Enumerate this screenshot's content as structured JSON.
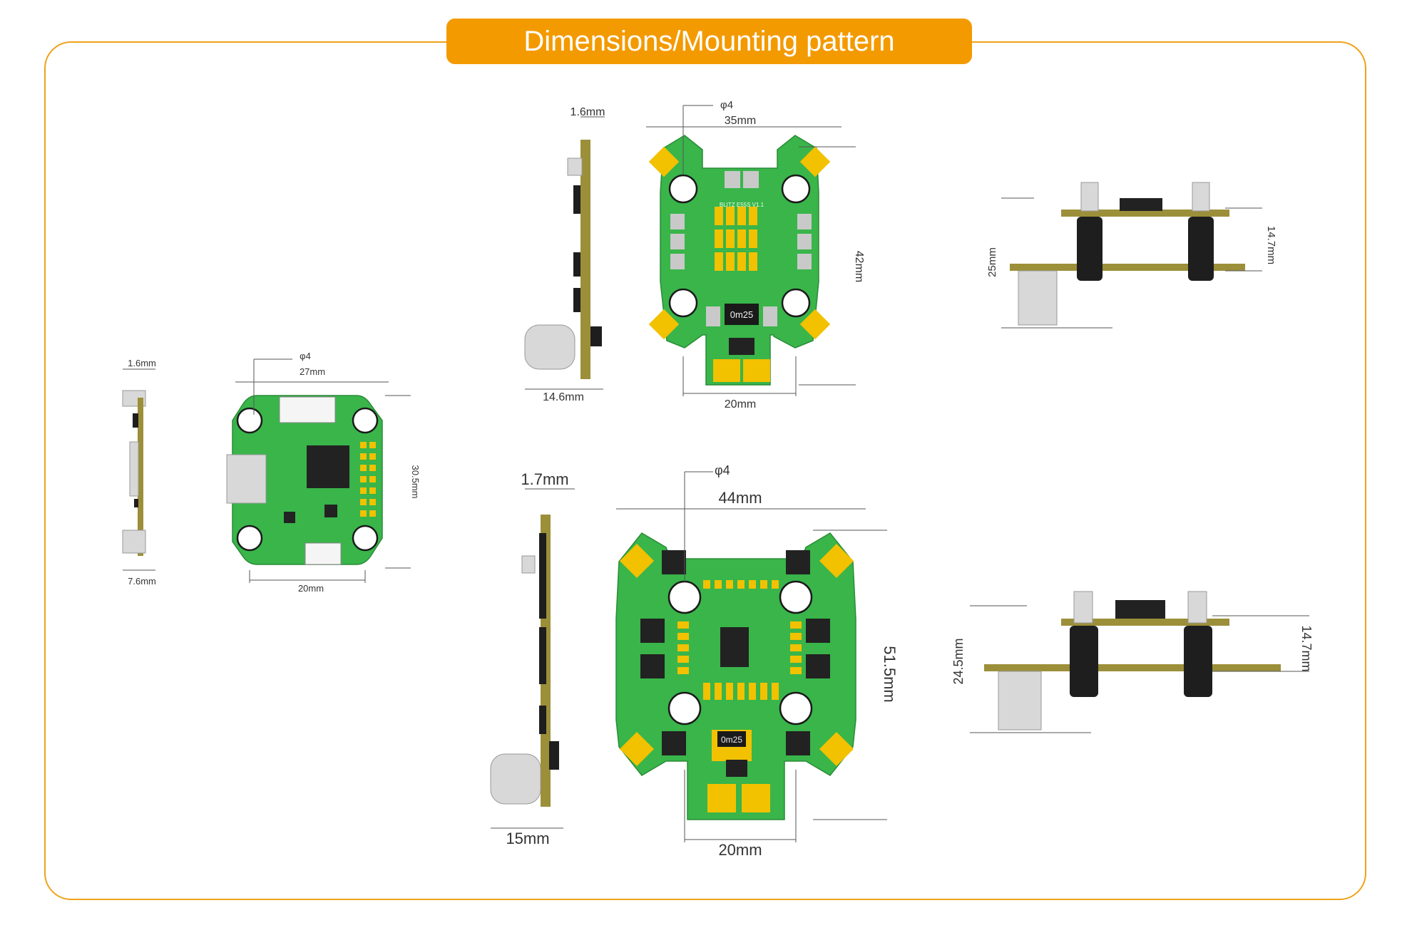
{
  "title": "Dimensions/Mounting pattern",
  "colors": {
    "accent": "#f39a00",
    "pcb": "#39b54a",
    "pad": "#f2c100"
  },
  "fc_board": {
    "side": {
      "thickness": "1.6mm",
      "height": "7.6mm"
    },
    "top": {
      "hole": "φ4",
      "width": "27mm",
      "height": "30.5mm",
      "mount": "20mm"
    }
  },
  "esc_35": {
    "side": {
      "thickness": "1.6mm",
      "height": "14.6mm"
    },
    "top": {
      "hole": "φ4",
      "width": "35mm",
      "height": "42mm",
      "mount": "20mm",
      "silk": "BLITZ E55S V1.1",
      "resistor": "0m25"
    },
    "stack": {
      "total": "25mm",
      "gap": "14.7mm"
    }
  },
  "esc_44": {
    "side": {
      "thickness": "1.7mm",
      "height": "15mm"
    },
    "top": {
      "hole": "φ4",
      "width": "44mm",
      "height": "51.5mm",
      "mount": "20mm",
      "resistor": "0m25"
    },
    "stack": {
      "total": "24.5mm",
      "gap": "14.7mm"
    }
  }
}
